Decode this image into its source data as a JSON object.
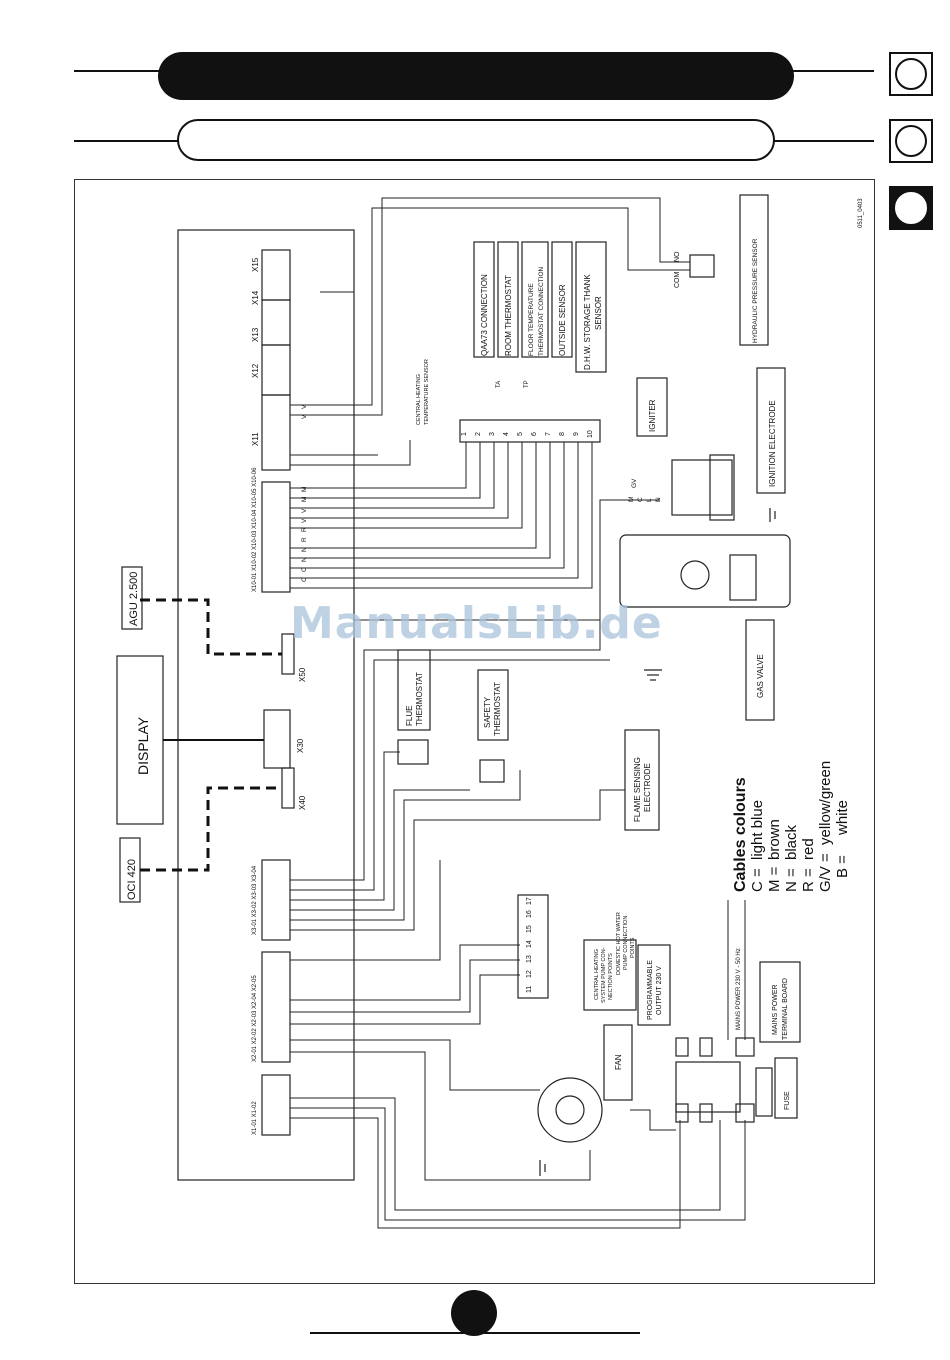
{
  "diagram": {
    "code": "0511_0403",
    "watermark": "ManualsLib.de",
    "display": "DISPLAY",
    "agu": "AGU 2.500",
    "oci": "OCI 420",
    "x30": "X30",
    "x40": "X40",
    "x50": "X50",
    "conn_top": [
      "X11",
      "X12",
      "X13",
      "X14",
      "X15"
    ],
    "strip_x10": "X10-01 X10-02 X10-03 X10-04 X10-05 X10-06",
    "strip_x3": "X3-01 X3-02 X3-03 X3-04",
    "strip_x2": "X2-01 X2-02 X2-03 X2-04 X2-05",
    "strip_x1": "X1-01 X1-02",
    "terminals": [
      "1",
      "2",
      "3",
      "4",
      "5",
      "6",
      "7",
      "8",
      "9",
      "10"
    ],
    "terminals_b": [
      "11",
      "12",
      "13",
      "14",
      "15",
      "16",
      "17"
    ],
    "ta": "TA",
    "tp": "TP",
    "labels": {
      "qaa": "QAA73 CONNECTION",
      "room": "ROOM THERMOSTAT",
      "floor_1": "FLOOR TEMPERATURE",
      "floor_2": "THERMOSTAT CONNECTION",
      "outside": "OUTSIDE SENSOR",
      "dhw_1": "D.H.W. STORAGE THANK",
      "dhw_2": "SENSOR",
      "ch_temp_1": "CENTRAL HEATING",
      "ch_temp_2": "TEMPERATURE SENSOR",
      "hyd": "HYDRAULIC PRESSURE SENSOR",
      "igniter": "IGNITER",
      "ign_el": "IGNITION ELECTRODE",
      "gas": "GAS VALVE",
      "flue_1": "FLUE",
      "flue_2": "THERMOSTAT",
      "safety_1": "SAFETY",
      "safety_2": "THERMOSTAT",
      "flame_1": "FLAME SENSING",
      "flame_2": "ELECTRODE",
      "dhw_pump_1": "DOMESTIC HOT WATER",
      "dhw_pump_2": "PUMP CONNECTION",
      "dhw_pump_3": "POINTS",
      "sys_pump_1": "CENTRAL HEATING",
      "sys_pump_2": "SYSTEM PUMP CON-",
      "sys_pump_3": "NECTION POINTS",
      "prog_1": "PROGRAMMABLE",
      "prog_2": "OUTPUT 230 V",
      "mains": "MAINS POWER 230 V - 50 Hz",
      "mains_tb_1": "MAINS POWER",
      "mains_tb_2": "TERMINAL BOARD",
      "fuse": "FUSE",
      "fan": "FAN",
      "no": "NO",
      "com": "COM"
    },
    "wires": [
      "V",
      "V",
      "V",
      "V",
      "M",
      "M",
      "C",
      "C",
      "N",
      "N",
      "R",
      "R",
      "L",
      "N",
      "GV",
      "C",
      "M"
    ],
    "colours_title": "Cables colours",
    "colours": [
      {
        "code": "C =",
        "name": "light blue"
      },
      {
        "code": "M =",
        "name": "brown"
      },
      {
        "code": "N =",
        "name": "black"
      },
      {
        "code": "R =",
        "name": "red"
      },
      {
        "code": "G/V =",
        "name": "yellow/green"
      },
      {
        "code": "B =",
        "name": "white"
      }
    ]
  }
}
